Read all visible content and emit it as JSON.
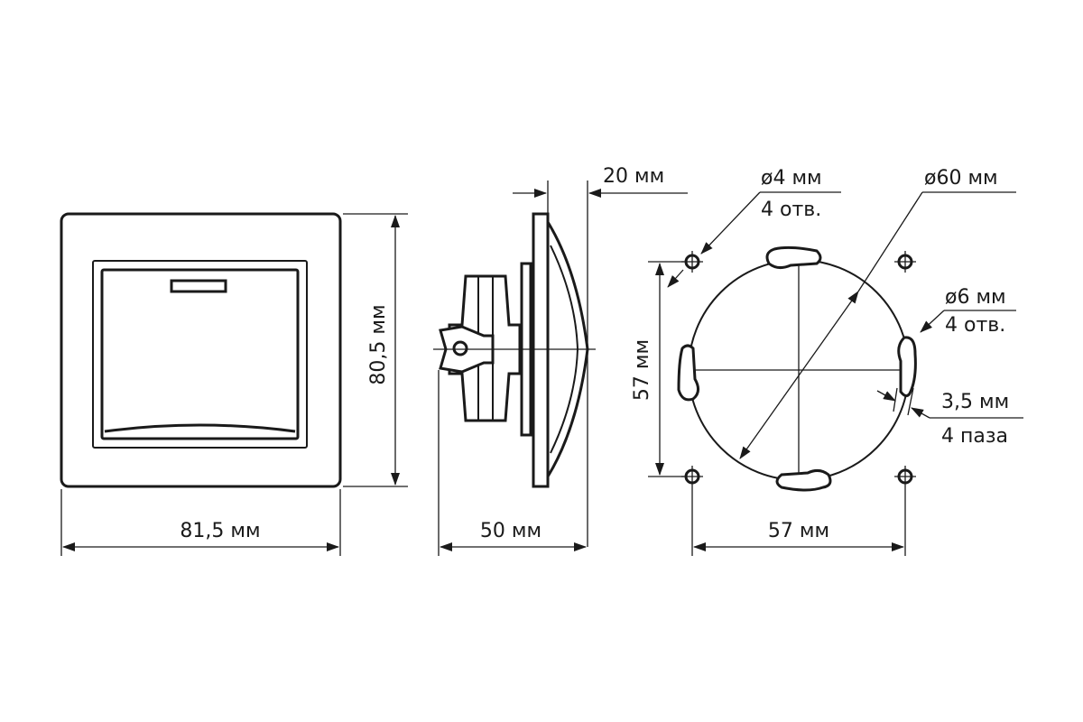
{
  "labels": {
    "width_front": "81,5 мм",
    "height_front": "80,5 мм",
    "depth_side": "50 мм",
    "frame_side": "20 мм",
    "hole_small_dia": "ø4 мм",
    "hole_small_count": "4 отв.",
    "circle_dia": "ø60 мм",
    "hole_large_dia": "ø6 мм",
    "hole_large_count": "4 отв.",
    "slot_width": "3,5 мм",
    "slot_count": "4 паза",
    "mount_height": "57 мм",
    "mount_width": "57 мм"
  },
  "colors": {
    "line": "#1a1a1a",
    "background": "#ffffff"
  }
}
